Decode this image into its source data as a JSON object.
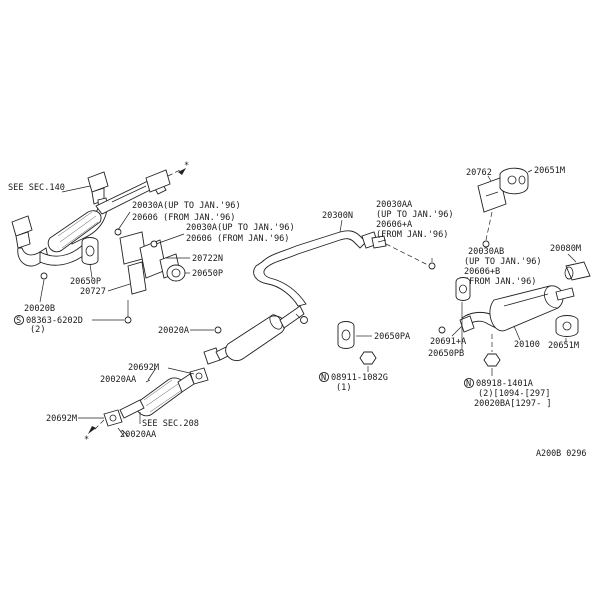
{
  "labels": {
    "see_sec_140": "SEE SEC.140",
    "p20762": "20762",
    "p20651m_top": "20651M",
    "p20030a_1": "20030A(UP TO JAN.'96)",
    "p20606_1": "20606 (FROM JAN.'96)",
    "p20030a_2": "20030A(UP TO JAN.'96)",
    "p20606_2": "20606 (FROM JAN.'96)",
    "p20300n": "20300N",
    "p20030aa_1": "20030AA",
    "p20030aa_2": "(UP TO JAN.'96)",
    "p20030aa_3": "20606+A",
    "p20030aa_4": "(FROM JAN.'96)",
    "p20030ab_1": "20030AB",
    "p20030ab_2": "(UP TO JAN.'96)",
    "p20030ab_3": "20606+B",
    "p20030ab_4": "(FROM JAN.'96)",
    "p20080m": "20080M",
    "p20722n": "20722N",
    "p20650p_right": "20650P",
    "p20650p_left": "20650P",
    "p20727": "20727",
    "p20020b": "20020B",
    "p08363_1": "08363-6202D",
    "p08363_2": "(2)",
    "p20020a": "20020A",
    "p20650pa": "20650PA",
    "p20691a": "20691+A",
    "p20650pb": "20650PB",
    "p20100": "20100",
    "p20651m_bottom": "20651M",
    "p08911_1": "08911-1082G",
    "p08911_2": "(1)",
    "p08918_1": "08918-1401A",
    "p08918_2": "(2)[1094-[297]",
    "p20020ba": "20020BA[1297-    ]",
    "p20692m_top": "20692M",
    "p20020aa_top": "20020AA",
    "p20692m_bottom": "20692M",
    "see_sec_208": "SEE SEC.208",
    "p20020aa_bottom": "20020AA",
    "diagram_code": "A200B 0296",
    "bolt_s": "S",
    "nut_n1": "N",
    "nut_n2": "N",
    "asterisk_top": "*",
    "asterisk_bottom": "*"
  }
}
